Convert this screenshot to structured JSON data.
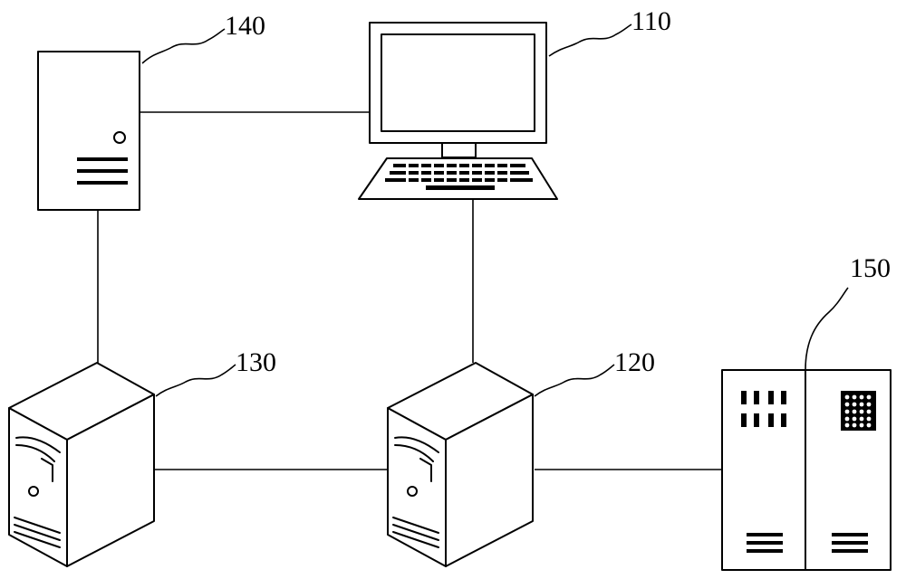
{
  "labels": {
    "terminal": "110",
    "server_a": "120",
    "server_b": "130",
    "device_140": "140",
    "cabinet": "150"
  }
}
